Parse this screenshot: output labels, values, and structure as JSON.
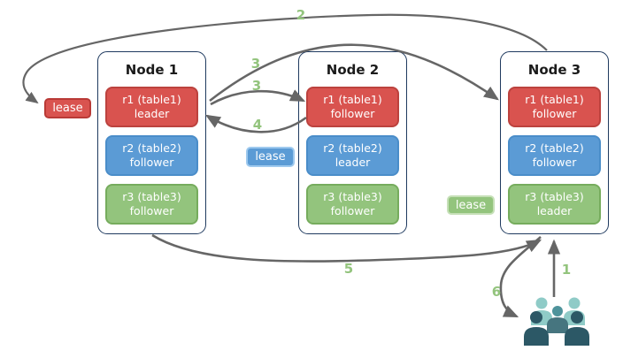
{
  "nodes": [
    {
      "title": "Node 1",
      "replicas": [
        {
          "name": "r1 (table1)",
          "role": "leader",
          "color": "#d9534f"
        },
        {
          "name": "r2 (table2)",
          "role": "follower",
          "color": "#5b9bd5"
        },
        {
          "name": "r3 (table3)",
          "role": "follower",
          "color": "#93c47d"
        }
      ]
    },
    {
      "title": "Node 2",
      "replicas": [
        {
          "name": "r1 (table1)",
          "role": "follower",
          "color": "#d9534f"
        },
        {
          "name": "r2 (table2)",
          "role": "leader",
          "color": "#5b9bd5"
        },
        {
          "name": "r3 (table3)",
          "role": "follower",
          "color": "#93c47d"
        }
      ]
    },
    {
      "title": "Node 3",
      "replicas": [
        {
          "name": "r1 (table1)",
          "role": "follower",
          "color": "#d9534f"
        },
        {
          "name": "r2 (table2)",
          "role": "follower",
          "color": "#5b9bd5"
        },
        {
          "name": "r3 (table3)",
          "role": "leader",
          "color": "#93c47d"
        }
      ]
    }
  ],
  "leases": [
    {
      "label": "lease",
      "color": "#d9534f"
    },
    {
      "label": "lease",
      "color": "#5b9bd5"
    },
    {
      "label": "lease",
      "color": "#93c47d"
    }
  ],
  "steps": [
    "1",
    "2",
    "3",
    "3",
    "4",
    "5",
    "6"
  ],
  "icons": {
    "users": "users-group-icon"
  },
  "colors": {
    "red": "#d9534f",
    "blue": "#5b9bd5",
    "green": "#93c47d",
    "node_border": "#1f3a5f",
    "arrow": "#666666",
    "step_label": "#93c47d",
    "users_light": "#8fcbc7",
    "users_medium": "#4e939b",
    "users_medium_body": "#46757f",
    "users_dark": "#2c5866"
  }
}
